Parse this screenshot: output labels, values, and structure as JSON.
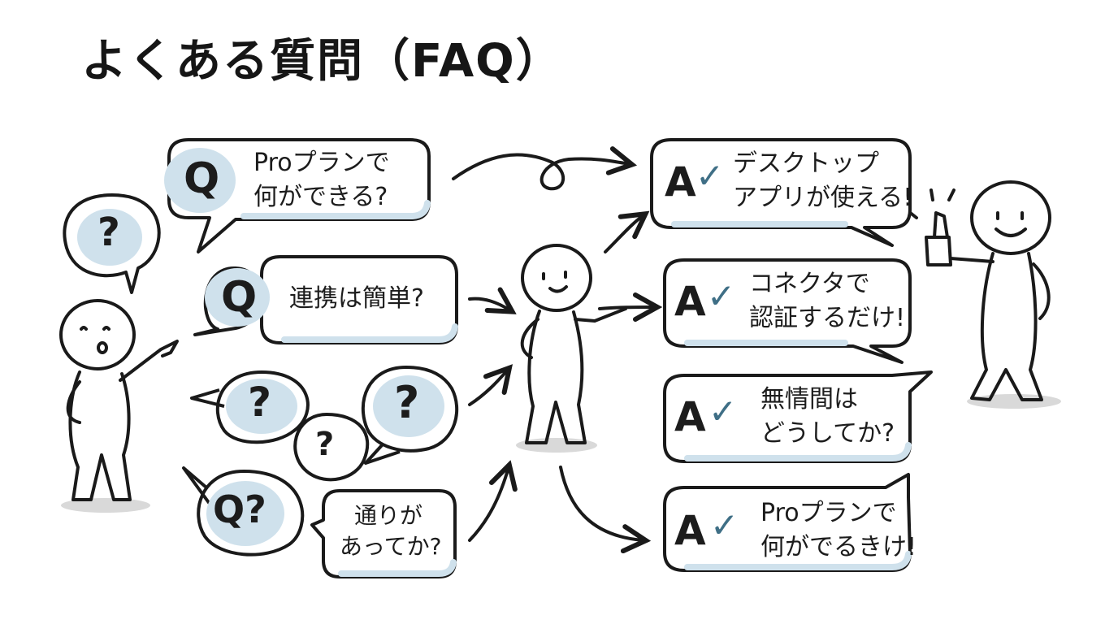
{
  "title": "よくある質問（FAQ）",
  "q_marker": "Q",
  "a_marker": "A",
  "check_glyph": "✓",
  "question_glyph": "?",
  "q_marker_alt": "Q?",
  "questions": [
    {
      "lines": [
        "Proプランで",
        "何ができる?"
      ]
    },
    {
      "lines": [
        "連携は簡単?"
      ]
    },
    {
      "lines": [
        "通りが",
        "あってか?"
      ]
    }
  ],
  "answers": [
    {
      "lines": [
        "デスクトップ",
        "アプリが使える!"
      ]
    },
    {
      "lines": [
        "コネクタで",
        "認証するだけ!"
      ]
    },
    {
      "lines": [
        "無情間は",
        "どうしてか?"
      ]
    },
    {
      "lines": [
        "Proプランで",
        "何がでるきけ!"
      ]
    }
  ],
  "colors": {
    "ink": "#1a1a1a",
    "bubble_fill": "#cfe1ec",
    "check": "#3f6f86",
    "shadow": "#d9d9d9"
  }
}
